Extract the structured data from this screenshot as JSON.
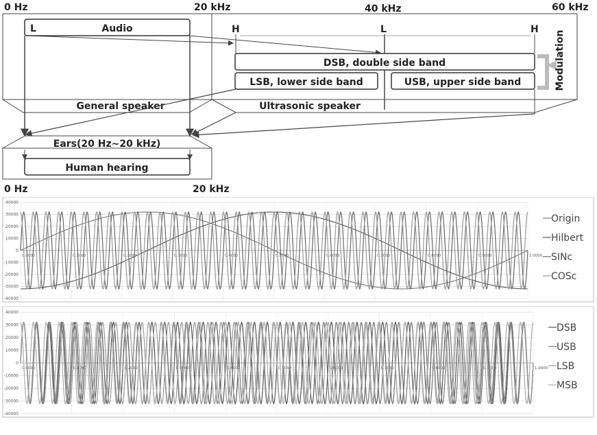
{
  "diagram": {
    "freq_top": [
      "0 Hz",
      "20 kHz",
      "40 kHz",
      "60 kHz"
    ],
    "freq_bottom": [
      "0 Hz",
      "20 kHz"
    ],
    "audio": {
      "low": "L",
      "label": "Audio"
    },
    "markers": {
      "high1": "H",
      "low2": "L",
      "high2": "H"
    },
    "bands": {
      "dsb": "DSB, double side band",
      "lsb": "LSB, lower side band",
      "usb": "USB, upper side band"
    },
    "modulation": "Modulation",
    "general_speaker": "General speaker",
    "ultrasonic_speaker": "Ultrasonic speaker",
    "ears": "Ears(20 Hz~20 kHz)",
    "human_hearing": "Human hearing",
    "colors": {
      "line": "#444444",
      "modulation_bracket": "#bbbbbb"
    }
  },
  "chart_data": [
    {
      "type": "line",
      "x_ticks": [
        "0.0000",
        "0.1000",
        "0.2000",
        "0.3000",
        "0.4000",
        "0.5000",
        "0.6000",
        "0.7000",
        "0.8000",
        "0.9000",
        "1.0000"
      ],
      "y_ticks": [
        "40000",
        "30000",
        "20000",
        "10000",
        "0",
        "-10000",
        "-20000",
        "-30000",
        "-40000"
      ],
      "xlim": [
        0,
        1
      ],
      "ylim": [
        -40000,
        40000
      ],
      "grid": true,
      "legend": "right",
      "series": [
        {
          "name": "Origin",
          "amplitude": 32000,
          "cycles": 1,
          "phase_deg": 0,
          "color": "#777777"
        },
        {
          "name": "Hilbert",
          "amplitude": 32000,
          "cycles": 1,
          "phase_deg": -90,
          "color": "#555555"
        },
        {
          "name": "SINc",
          "amplitude": 32000,
          "cycles": 40,
          "phase_deg": 0,
          "color": "#666666"
        },
        {
          "name": "COSc",
          "amplitude": 32000,
          "cycles": 40,
          "phase_deg": 90,
          "color": "#999999"
        }
      ]
    },
    {
      "type": "line",
      "x_ticks": [
        "0.0000",
        "0.1000",
        "0.2000",
        "0.3000",
        "0.4000",
        "0.5000",
        "0.6000",
        "0.7000",
        "0.8000",
        "0.9000",
        "1.0000"
      ],
      "y_ticks": [
        "40000",
        "30000",
        "20000",
        "10000",
        "0",
        "-10000",
        "-20000",
        "-30000",
        "-40000"
      ],
      "xlim": [
        0,
        1
      ],
      "ylim": [
        -40000,
        40000
      ],
      "grid": true,
      "legend": "right",
      "series": [
        {
          "name": "DSB",
          "amplitude": 32000,
          "cycles": 40,
          "phase_deg": 0,
          "color": "#555555"
        },
        {
          "name": "USB",
          "amplitude": 32000,
          "cycles": 41,
          "phase_deg": 0,
          "color": "#777777"
        },
        {
          "name": "LSB",
          "amplitude": 32000,
          "cycles": 39,
          "phase_deg": 0,
          "color": "#999999"
        },
        {
          "name": "MSB",
          "amplitude": 32000,
          "cycles": 40,
          "phase_deg": 90,
          "color": "#aaaaaa"
        }
      ]
    }
  ]
}
